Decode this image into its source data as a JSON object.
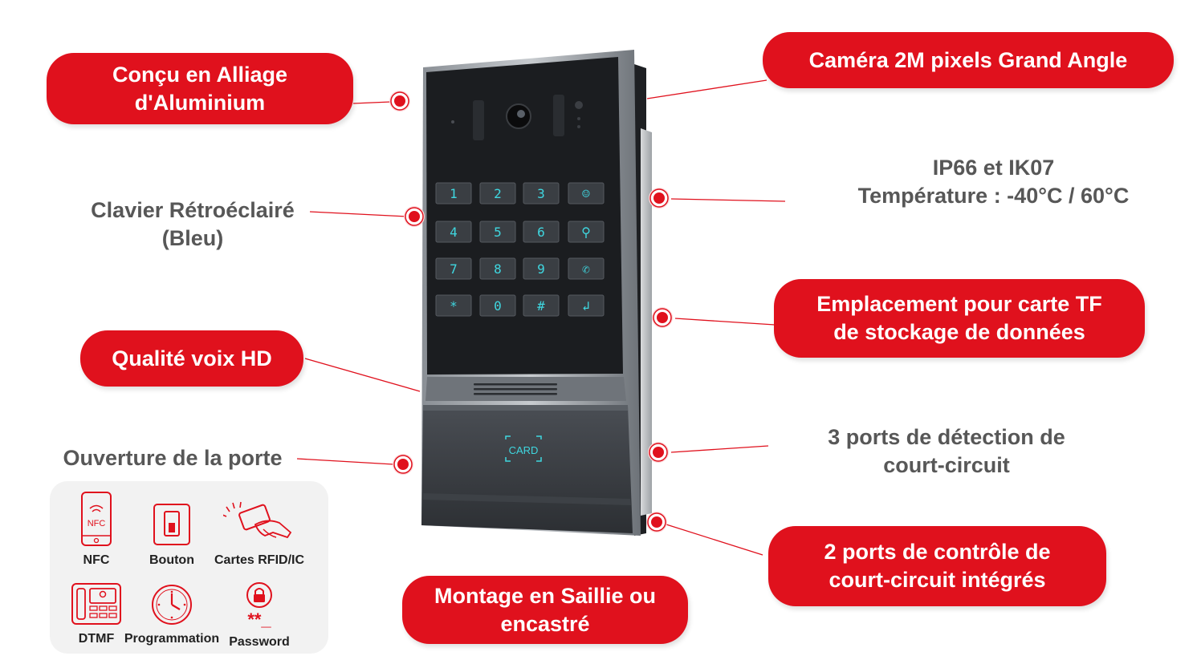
{
  "callouts": {
    "alloy": [
      "Conçu en Alliage",
      "d'Aluminium"
    ],
    "camera": [
      "Caméra 2M pixels Grand Angle"
    ],
    "keypad": [
      "Clavier Rétroéclairé",
      "(Bleu)"
    ],
    "ip_rating": [
      "IP66 et IK07",
      "Température  : -40°C / 60°C"
    ],
    "tf_card": [
      "Emplacement pour carte TF",
      "de stockage de données"
    ],
    "voice": [
      "Qualité voix HD"
    ],
    "short_circuit_detect": [
      "3 ports de détection de",
      "court-circuit"
    ],
    "door_open": [
      "Ouverture de la porte"
    ],
    "short_circuit_control": [
      "2 ports de contrôle de",
      "court-circuit intégrés"
    ],
    "mounting": [
      "Montage en Saillie ou",
      "encastré"
    ]
  },
  "door_methods": [
    {
      "label": "NFC",
      "icon": "nfc-phone-icon",
      "glyph": "NFC"
    },
    {
      "label": "Bouton",
      "icon": "button-switch-icon"
    },
    {
      "label": "Cartes RFID/IC",
      "icon": "rfid-card-icon"
    },
    {
      "label": "DTMF",
      "icon": "intercom-phone-icon"
    },
    {
      "label": "Programmation",
      "icon": "clock-icon"
    },
    {
      "label": "Password",
      "icon": "password-lock-icon",
      "glyph": "**_"
    }
  ],
  "device": {
    "card_label": "CARD",
    "keys": [
      "1",
      "2",
      "3",
      "☺",
      "4",
      "5",
      "6",
      "⚲",
      "7",
      "8",
      "9",
      "✆",
      "*",
      "0",
      "#",
      "↲"
    ]
  },
  "colors": {
    "accent": "#e0111d",
    "text_gray": "#575757",
    "key_glow": "#3fd7e0",
    "panel": "#f2f2f2"
  }
}
